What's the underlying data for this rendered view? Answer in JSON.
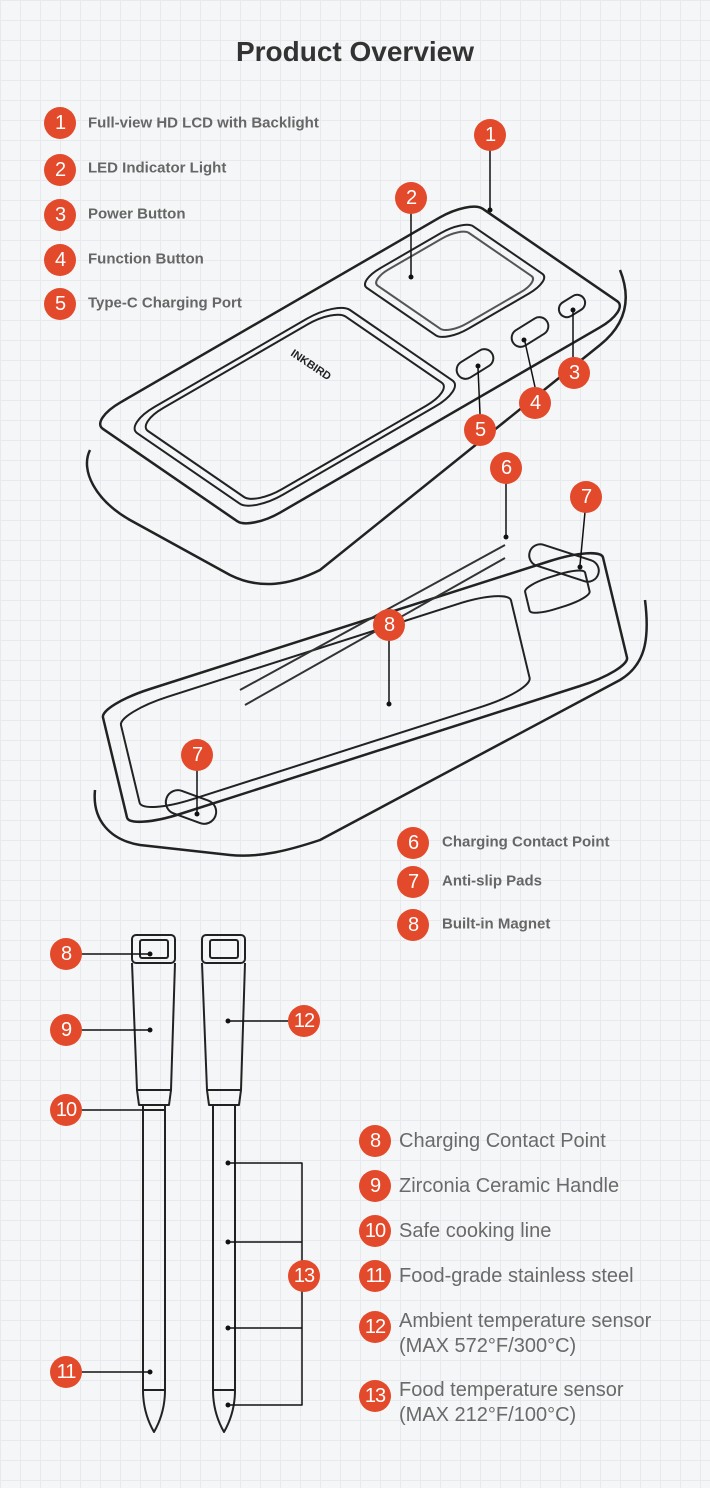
{
  "title": "Product Overview",
  "accent_color": "#e34a2b",
  "legend_top": [
    {
      "num": "1",
      "label": "Full-view HD LCD with Backlight"
    },
    {
      "num": "2",
      "label": "LED Indicator Light"
    },
    {
      "num": "3",
      "label": "Power Button"
    },
    {
      "num": "4",
      "label": "Function Button"
    },
    {
      "num": "5",
      "label": "Type-C Charging Port"
    }
  ],
  "legend_mid": [
    {
      "num": "6",
      "label": "Charging Contact Point"
    },
    {
      "num": "7",
      "label": "Anti-slip Pads"
    },
    {
      "num": "8",
      "label": "Built-in Magnet"
    }
  ],
  "legend_bottom": [
    {
      "num": "8",
      "label": "Charging Contact Point"
    },
    {
      "num": "9",
      "label": "Zirconia Ceramic Handle"
    },
    {
      "num": "10",
      "label": "Safe cooking line"
    },
    {
      "num": "11",
      "label": "Food-grade stainless steel"
    },
    {
      "num": "12",
      "label": "Ambient temperature sensor",
      "sub": "(MAX 572°F/300°C)"
    },
    {
      "num": "13",
      "label": "Food temperature sensor",
      "sub": "(MAX 212°F/100°C)"
    }
  ],
  "brand": "INKBIRD",
  "callouts": [
    "1",
    "2",
    "3",
    "4",
    "5",
    "6",
    "7",
    "7",
    "8",
    "8",
    "9",
    "10",
    "11",
    "12",
    "13"
  ]
}
